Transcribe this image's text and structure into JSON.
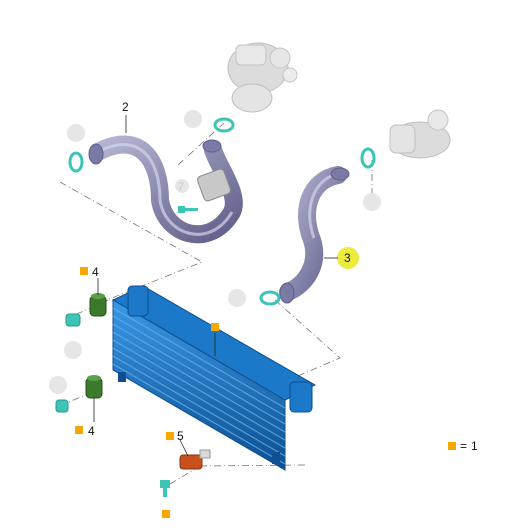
{
  "callouts": {
    "hose_left": "2",
    "hose_right": "3",
    "mount_upper": "4",
    "mount_lower": "4",
    "sensor": "5",
    "bolt": "7"
  },
  "legend": {
    "symbol_equals": "=",
    "value": "1"
  },
  "colors": {
    "hose": "#8c8cb4",
    "hose_dark": "#5f5f8a",
    "clamp": "#3cc4b4",
    "intercooler": "#1c78c8",
    "intercooler_dark": "#0d4f8f",
    "rubber_mount": "#3a7a2a",
    "sensor": "#c8501c",
    "marker": "#f6a800",
    "highlight": "#ecec3c",
    "ghost": "#d6d6d6"
  }
}
